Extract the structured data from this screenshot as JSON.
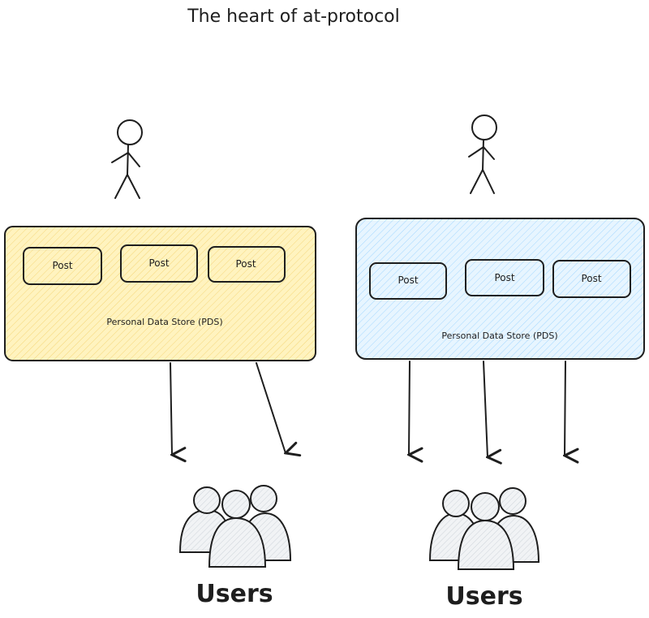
{
  "title": "The heart of at-protocol",
  "colors": {
    "stroke": "#1e1e1e",
    "pds_left_fill": "#fff3bf",
    "pds_left_hatch": "#f5d77a",
    "pds_right_fill": "#e7f5ff",
    "pds_right_hatch": "#a5d8ff",
    "users_fill": "#e9ecef",
    "users_hatch": "#ced4da"
  },
  "pds": [
    {
      "name": "Personal Data Store (PDS)",
      "posts": [
        "Post",
        "Post",
        "Post"
      ]
    },
    {
      "name": "Personal Data Store (PDS)",
      "posts": [
        "Post",
        "Post",
        "Post"
      ]
    }
  ],
  "users": [
    {
      "label": "Users"
    },
    {
      "label": "Users"
    }
  ]
}
